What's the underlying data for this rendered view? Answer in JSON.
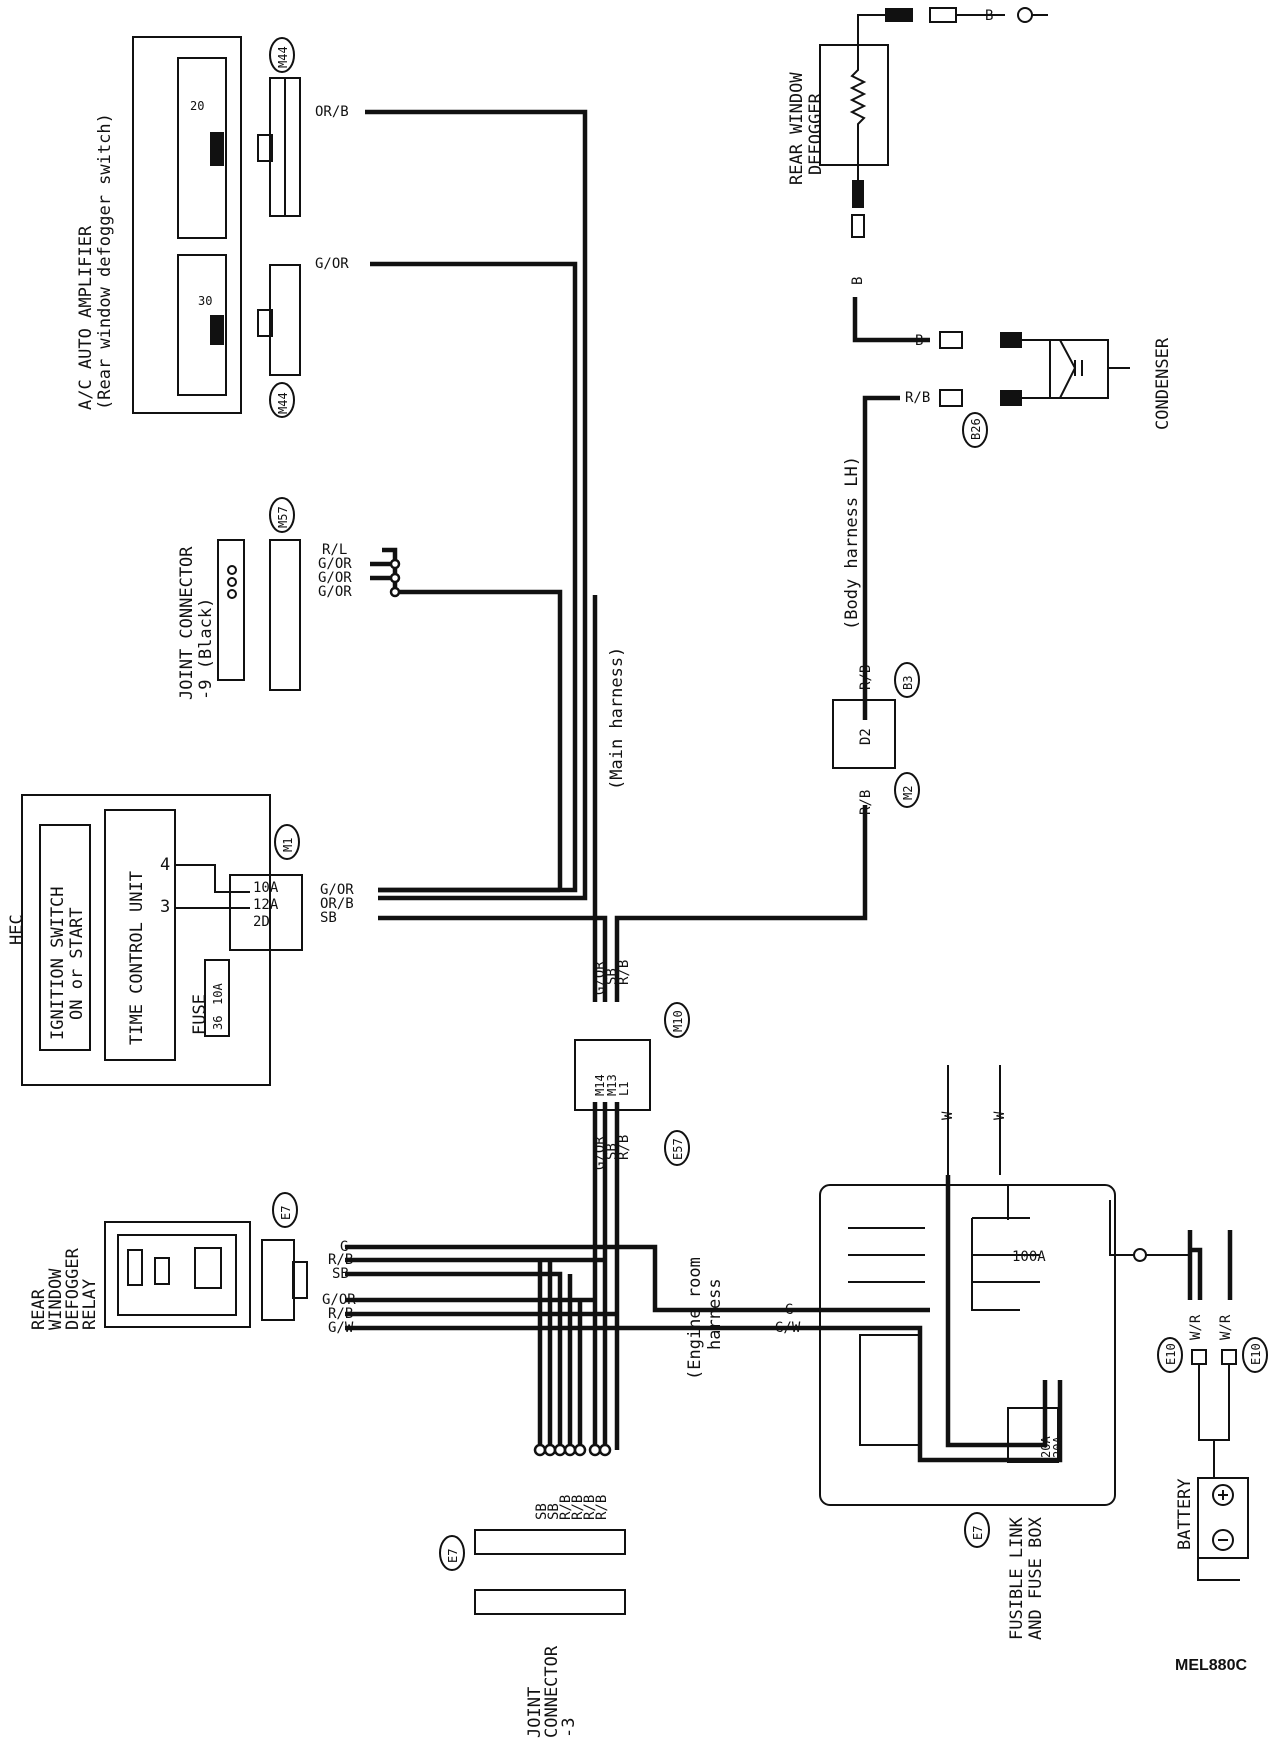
{
  "diagram_code": "MEL880C",
  "components": {
    "ac_amplifier": {
      "line1": "A/C AUTO AMPLIFIER",
      "line2": "(Rear window defogger switch)",
      "pin_a": "20",
      "pin_b": "30"
    },
    "rear_window_defogger": {
      "line1": "REAR WINDOW",
      "line2": "DEFOGGER"
    },
    "condenser": "CONDENSER",
    "joint_connector_9": {
      "line1": "JOINT CONNECTOR",
      "line2": "-9 (Black)"
    },
    "hec": "HEC",
    "ignition_switch": {
      "line1": "IGNITION SWITCH",
      "line2": "ON or START"
    },
    "time_control_unit": {
      "label": "TIME CONTROL UNIT",
      "pin_4": "4",
      "pin_3": "3"
    },
    "fuse": {
      "label": "FUSE",
      "value": "36",
      "rating": "10A"
    },
    "relay": {
      "line1": "REAR",
      "line2": "WINDOW",
      "line3": "DEFOGGER",
      "line4": "RELAY"
    },
    "fusible_link": {
      "line1": "FUSIBLE LINK",
      "line2": "AND FUSE BOX",
      "rating_100": "100A",
      "rating_20a": "20A",
      "rating_20b": "20A"
    },
    "battery": "BATTERY",
    "joint_connector_3": {
      "line1": "JOINT",
      "line2": "CONNECTOR",
      "line3": "-3"
    },
    "relay_box": {
      "top": "10A",
      "mid": "12A",
      "bot": "2D"
    },
    "d2": "D2",
    "m10_box": {
      "p1": "M14",
      "p2": "M13",
      "p3": "L1"
    }
  },
  "connectors": {
    "m44_top": "M44",
    "m44_bot": "M44",
    "m57": "M57",
    "m1": "M1",
    "m10": "M10",
    "e57": "E57",
    "e7_relay": "E7",
    "e7_joint": "E7",
    "e7_fuse": "E7",
    "m2": "M2",
    "b3": "B3",
    "b26": "B26",
    "e10_left": "E10",
    "e10_right": "E10"
  },
  "harnesses": {
    "main": "(Main harness)",
    "body": "(Body harness LH)",
    "engine_1": "(Engine room",
    "engine_2": "harness"
  },
  "wires": {
    "or_b": "OR/B",
    "g_or": "G/OR",
    "r_l": "R/L",
    "sb": "SB",
    "r_b": "R/B",
    "g": "G",
    "g_w": "G/W",
    "b": "B",
    "w": "W",
    "w_r": "W/R"
  }
}
